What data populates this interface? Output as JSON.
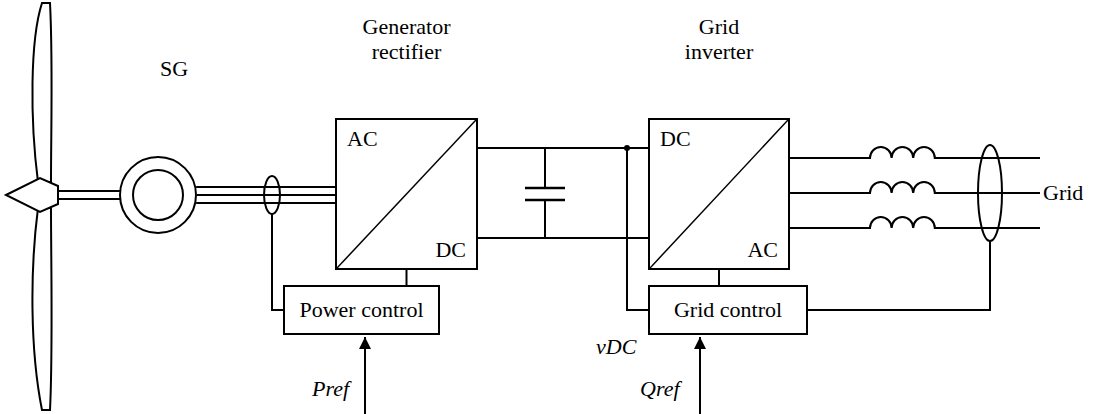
{
  "diagram": {
    "nodes": [
      {
        "text": [
          "SG"
        ]
      },
      {
        "text": [
          "Generator rectifier",
          "AC",
          "DC"
        ]
      },
      {
        "text": [
          "Grid inverter",
          "DC",
          "AC"
        ]
      },
      {
        "text": [
          "Power control"
        ]
      },
      {
        "text": [
          "Grid control"
        ]
      }
    ],
    "edges": [
      {
        "from": 0,
        "to": 1,
        "arrow": "none"
      },
      {
        "from": 1,
        "to": 2,
        "arrow": "none"
      },
      {
        "from": 3,
        "to": 1,
        "arrow": "none"
      },
      {
        "from": 4,
        "to": 2,
        "arrow": "none"
      }
    ],
    "labels": [
      "Grid",
      "vDC",
      "Pref",
      "Qref"
    ]
  }
}
